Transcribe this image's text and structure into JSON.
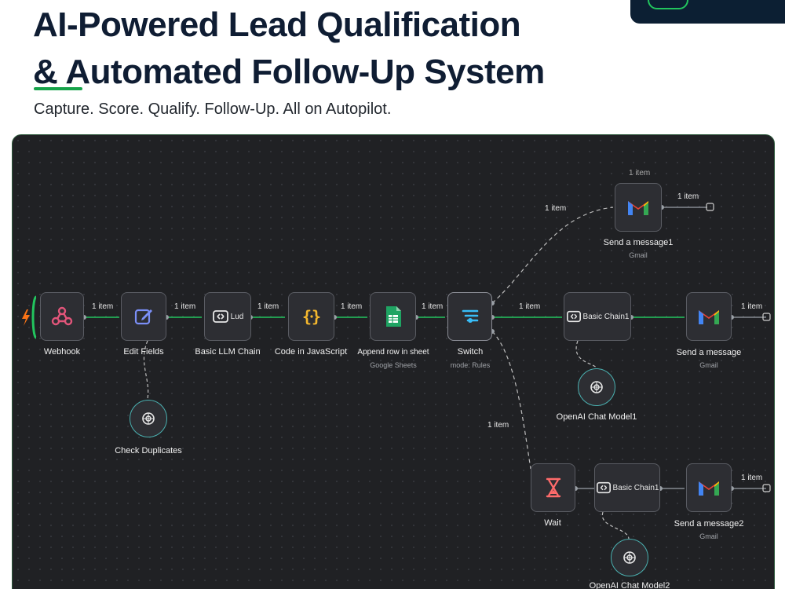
{
  "header": {
    "title_line1": "AI-Powered Lead Qualification",
    "title_line2": "& Automated Follow-Up System",
    "subtitle": "Capture. Score. Qualify. Follow-Up. All on Autopilot."
  },
  "colors": {
    "accent_green": "#16a34a",
    "canvas_bg": "#202124",
    "wire_green": "#22c55e",
    "sub_node_border": "#4ab0b0",
    "trigger_orange": "#f97316"
  },
  "nodes": {
    "webhook": {
      "label": "Webhook",
      "icon": "webhook-icon"
    },
    "edit_fields": {
      "label": "Edit Fields",
      "icon": "pen-square-icon"
    },
    "basic_llm_chain": {
      "label": "Basic LLM Chain",
      "inner": "Lud",
      "icon": "llm-chain-icon"
    },
    "code_js": {
      "label": "Code in JavaScript",
      "icon": "curly-braces-icon"
    },
    "append_row": {
      "label": "Append row in sheet",
      "sub": "Google Sheets",
      "icon": "google-sheets-icon"
    },
    "switch": {
      "label": "Switch",
      "sub": "mode: Rules",
      "icon": "switch-icon"
    },
    "basic_chain1": {
      "inner": "Basic Chain1",
      "icon": "llm-chain-icon"
    },
    "send_message": {
      "label": "Send a message",
      "sub": "Gmail",
      "icon": "gmail-icon"
    },
    "send_message1": {
      "label": "Send a message1",
      "sub": "Gmail",
      "icon": "gmail-icon"
    },
    "wait": {
      "label": "Wait",
      "icon": "hourglass-icon"
    },
    "basic_chain_lower": {
      "inner": "Basic Chain1",
      "icon": "llm-chain-icon"
    },
    "send_message2": {
      "label": "Send a message2",
      "sub": "Gmail",
      "icon": "gmail-icon"
    },
    "check_duplicates": {
      "label": "Check Duplicates",
      "icon": "openai-icon"
    },
    "openai_model1": {
      "label": "OpenAI Chat Model1",
      "icon": "openai-icon"
    },
    "openai_model2": {
      "label": "OpenAI Chat Model2",
      "icon": "openai-icon"
    }
  },
  "connections": {
    "item_label": "1 item"
  }
}
